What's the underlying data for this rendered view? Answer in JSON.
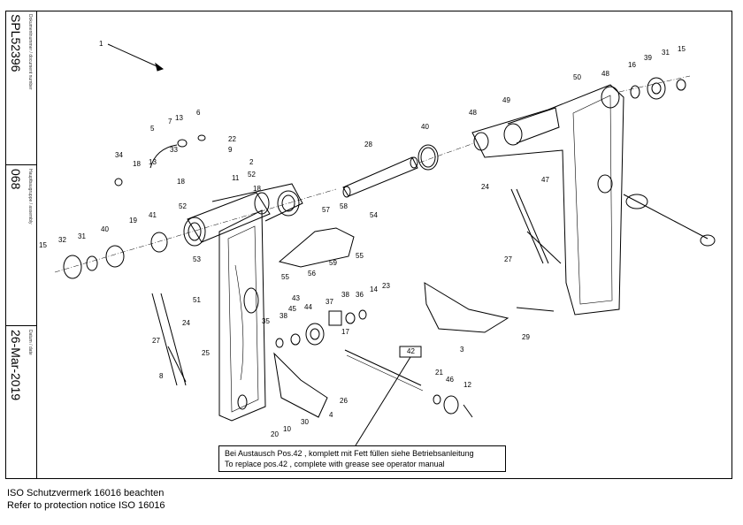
{
  "sidebar": {
    "doc_label": "Dokumentnummer / document number",
    "doc_number": "SPL52396",
    "group_label": "Hauptbaugruppe / assembly",
    "group_number": "068",
    "date_label": "Datum / date",
    "date_value": "26-Mar-2019"
  },
  "callout": {
    "line_de": "Bei Austausch Pos.42 , komplett mit Fett füllen siehe Betriebsanleitung",
    "line_en": "To replace pos.42 , complete with grease see operator manual"
  },
  "footer": {
    "line_de": "ISO Schutzvermerk 16016 beachten",
    "line_en": "Refer to protection notice ISO 16016"
  },
  "part_labels": [
    "1",
    "2",
    "3",
    "4",
    "5",
    "6",
    "7",
    "8",
    "9",
    "10",
    "11",
    "12",
    "13",
    "13",
    "14",
    "15",
    "15",
    "16",
    "17",
    "18",
    "18",
    "18",
    "19",
    "20",
    "21",
    "22",
    "23",
    "24",
    "24",
    "25",
    "26",
    "27",
    "27",
    "28",
    "29",
    "30",
    "31",
    "31",
    "32",
    "33",
    "34",
    "35",
    "36",
    "37",
    "38",
    "38",
    "39",
    "40",
    "40",
    "41",
    "42",
    "43",
    "44",
    "45",
    "46",
    "47",
    "48",
    "48",
    "49",
    "50",
    "51",
    "52",
    "52",
    "53",
    "54",
    "55",
    "55",
    "56",
    "57",
    "58",
    "59"
  ]
}
